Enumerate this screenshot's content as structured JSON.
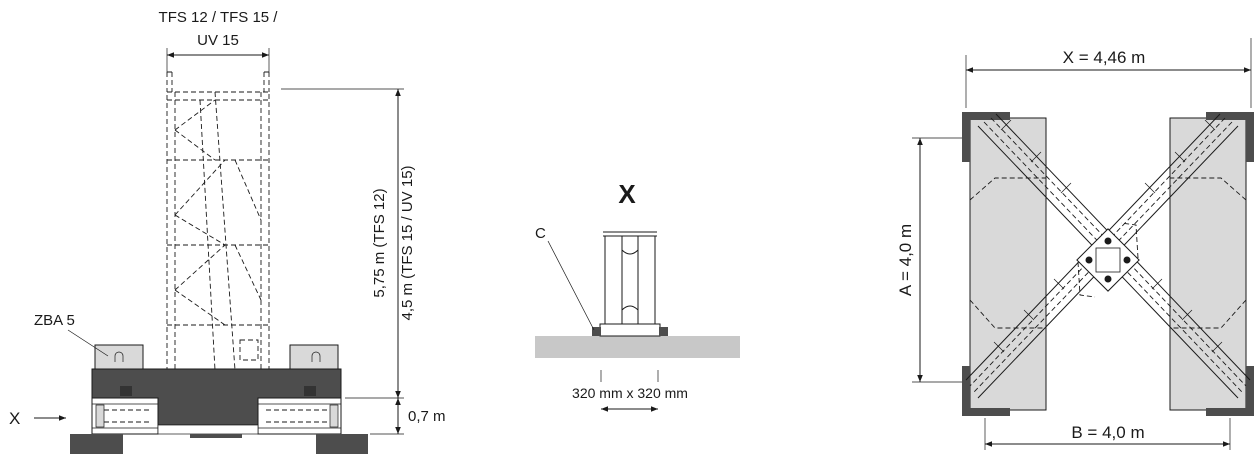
{
  "side_view": {
    "top_label_line1": "TFS 12 / TFS 15 /",
    "top_label_line2": "UV 15",
    "ballast_label": "ZBA 5",
    "view_arrow_label": "X",
    "height_label_line1": "5,75 m (TFS 12)",
    "height_label_line2": "4,5 m (TFS 15 / UV 15)",
    "base_height_label": "0,7 m"
  },
  "detail_view": {
    "title": "X",
    "callout": "C",
    "dimension_label": "320 mm x 320 mm"
  },
  "plan_view": {
    "width_x_label": "X = 4,46 m",
    "width_b_label": "B = 4,0 m",
    "depth_a_label": "A = 4,0 m"
  },
  "colors": {
    "line": "#1a1a1a",
    "ballast_fill": "#d9d9d9",
    "base_dark": "#4d4d4d",
    "ground": "#c8c8c8"
  }
}
